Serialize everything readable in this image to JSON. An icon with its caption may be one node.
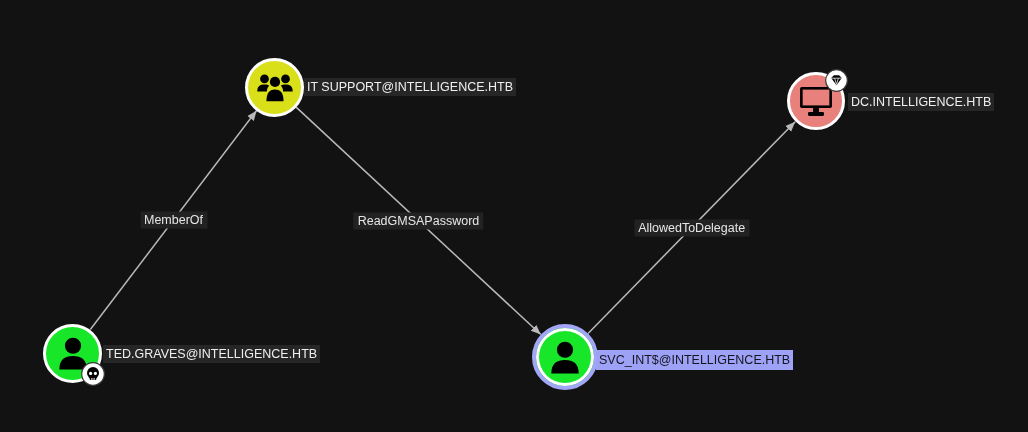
{
  "diagram": {
    "nodes": [
      {
        "text": [],
        "shape": "circle",
        "beside": [
          "TED.GRAVES@INTELLIGENCE.HTB"
        ]
      },
      {
        "text": [],
        "shape": "circle",
        "beside": [
          "IT SUPPORT@INTELLIGENCE.HTB"
        ]
      },
      {
        "text": [],
        "shape": "circle",
        "beside": [
          "SVC_INT$@INTELLIGENCE.HTB"
        ]
      },
      {
        "text": [],
        "shape": "circle",
        "beside": [
          "DC.INTELLIGENCE.HTB"
        ]
      }
    ],
    "edges": [
      {
        "from": 0,
        "to": 1,
        "arrow": "to",
        "label": "MemberOf"
      },
      {
        "from": 1,
        "to": 2,
        "arrow": "to",
        "label": "ReadGMSAPassword"
      },
      {
        "from": 2,
        "to": 3,
        "arrow": "to",
        "label": "AllowedToDelegate"
      }
    ]
  }
}
